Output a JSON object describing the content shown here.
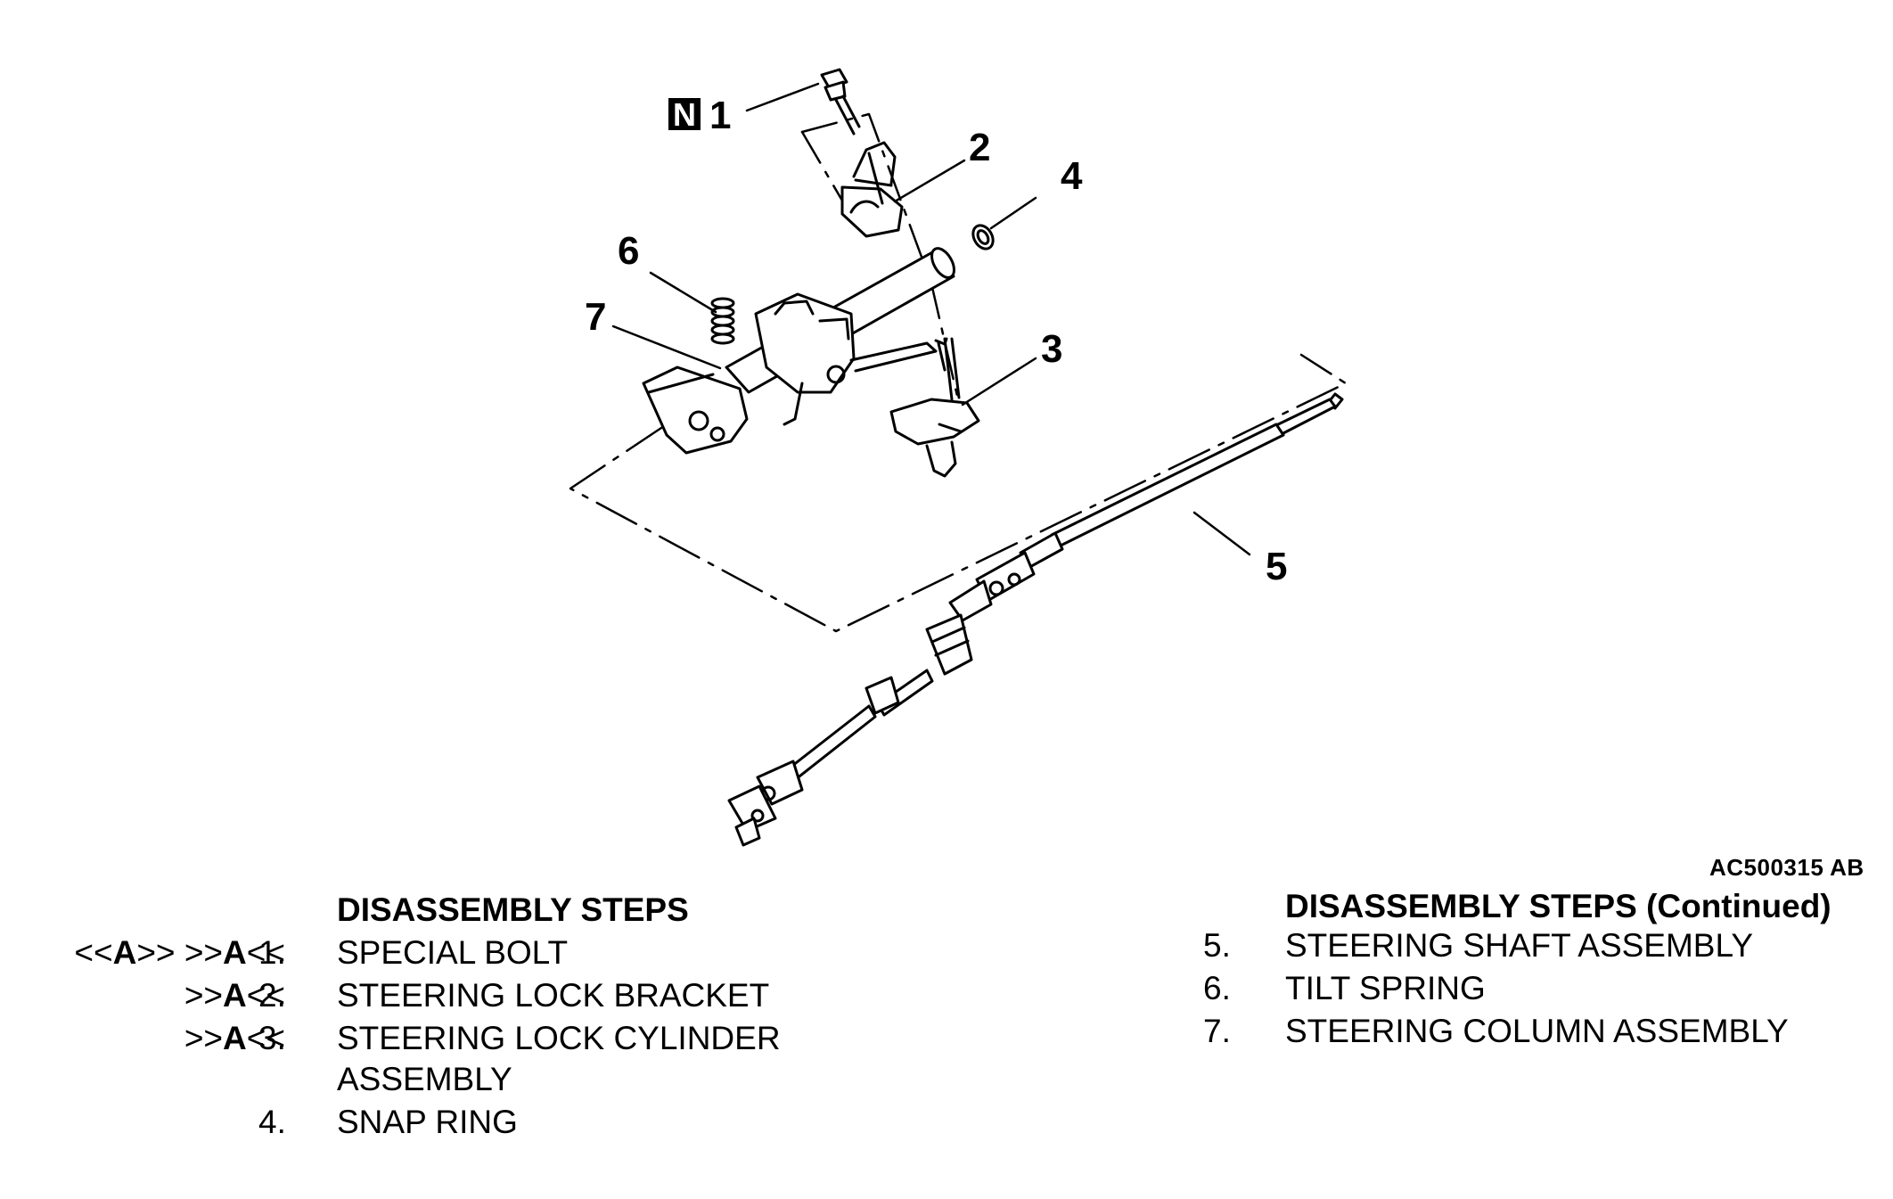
{
  "diagram": {
    "callouts": [
      {
        "n": "1",
        "special_mark": "N"
      },
      {
        "n": "2"
      },
      {
        "n": "3"
      },
      {
        "n": "4"
      },
      {
        "n": "5"
      },
      {
        "n": "6"
      },
      {
        "n": "7"
      }
    ],
    "figure_id": "AC500315 AB"
  },
  "steps_left": {
    "heading": "DISASSEMBLY STEPS",
    "items": [
      {
        "refs_pre": "<<",
        "ref1": "A",
        "refs_mid": ">> >>",
        "ref2": "A",
        "refs_post": "<<",
        "num": "1.",
        "desc": "SPECIAL BOLT"
      },
      {
        "refs_pre": ">>",
        "ref1": "A",
        "refs_mid": "<<",
        "num": "2.",
        "desc": "STEERING LOCK BRACKET"
      },
      {
        "refs_pre": ">>",
        "ref1": "A",
        "refs_mid": "<<",
        "num": "3.",
        "desc": "STEERING LOCK CYLINDER",
        "desc2": "ASSEMBLY"
      },
      {
        "num": "4.",
        "desc": "SNAP RING"
      }
    ]
  },
  "steps_right": {
    "heading": "DISASSEMBLY STEPS (Continued)",
    "items": [
      {
        "num": "5.",
        "desc": "STEERING SHAFT ASSEMBLY"
      },
      {
        "num": "6.",
        "desc": "TILT SPRING"
      },
      {
        "num": "7.",
        "desc": "STEERING COLUMN ASSEMBLY"
      }
    ]
  }
}
